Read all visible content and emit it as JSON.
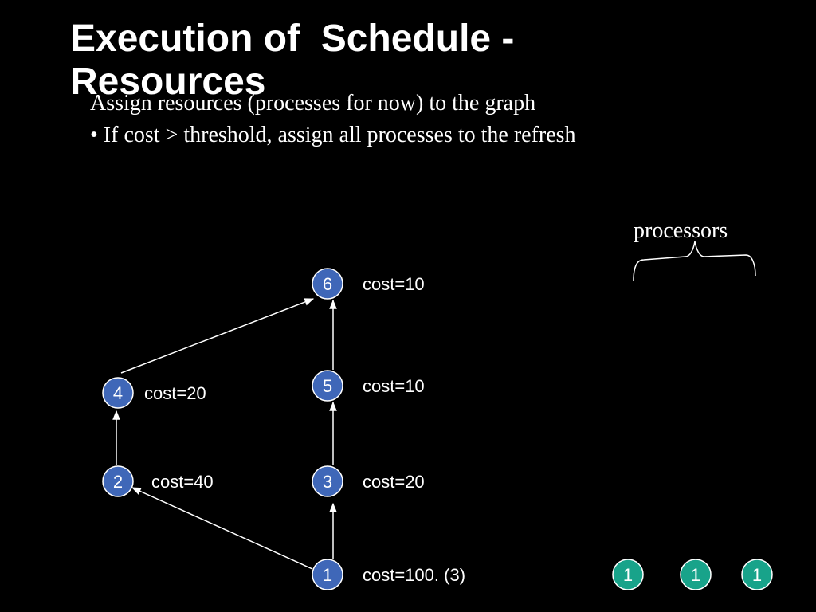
{
  "slide": {
    "title": "Execution of  Schedule -\nResources",
    "bullets": [
      "Assign resources (processes for now) to the graph",
      "• If cost > threshold, assign all processes to the refresh"
    ],
    "processors_label": "processors"
  },
  "colors": {
    "background": "#000000",
    "node_fill": "#3F67B8",
    "processor_fill": "#18A38A",
    "stroke": "#FFFFFF"
  },
  "graph": {
    "nodes": [
      {
        "id": "6",
        "label": "6",
        "cost": "cost=10"
      },
      {
        "id": "5",
        "label": "5",
        "cost": "cost=10"
      },
      {
        "id": "4",
        "label": "4",
        "cost": "cost=20"
      },
      {
        "id": "2",
        "label": "2",
        "cost": "cost=40"
      },
      {
        "id": "3",
        "label": "3",
        "cost": "cost=20"
      },
      {
        "id": "1",
        "label": "1",
        "cost": "cost=100. (3)"
      }
    ],
    "edges": [
      {
        "from": "1",
        "to": "2"
      },
      {
        "from": "1",
        "to": "3"
      },
      {
        "from": "3",
        "to": "5"
      },
      {
        "from": "5",
        "to": "6"
      },
      {
        "from": "2",
        "to": "4"
      },
      {
        "from": "4",
        "to": "6"
      }
    ],
    "processors": [
      "1",
      "1",
      "1"
    ]
  }
}
